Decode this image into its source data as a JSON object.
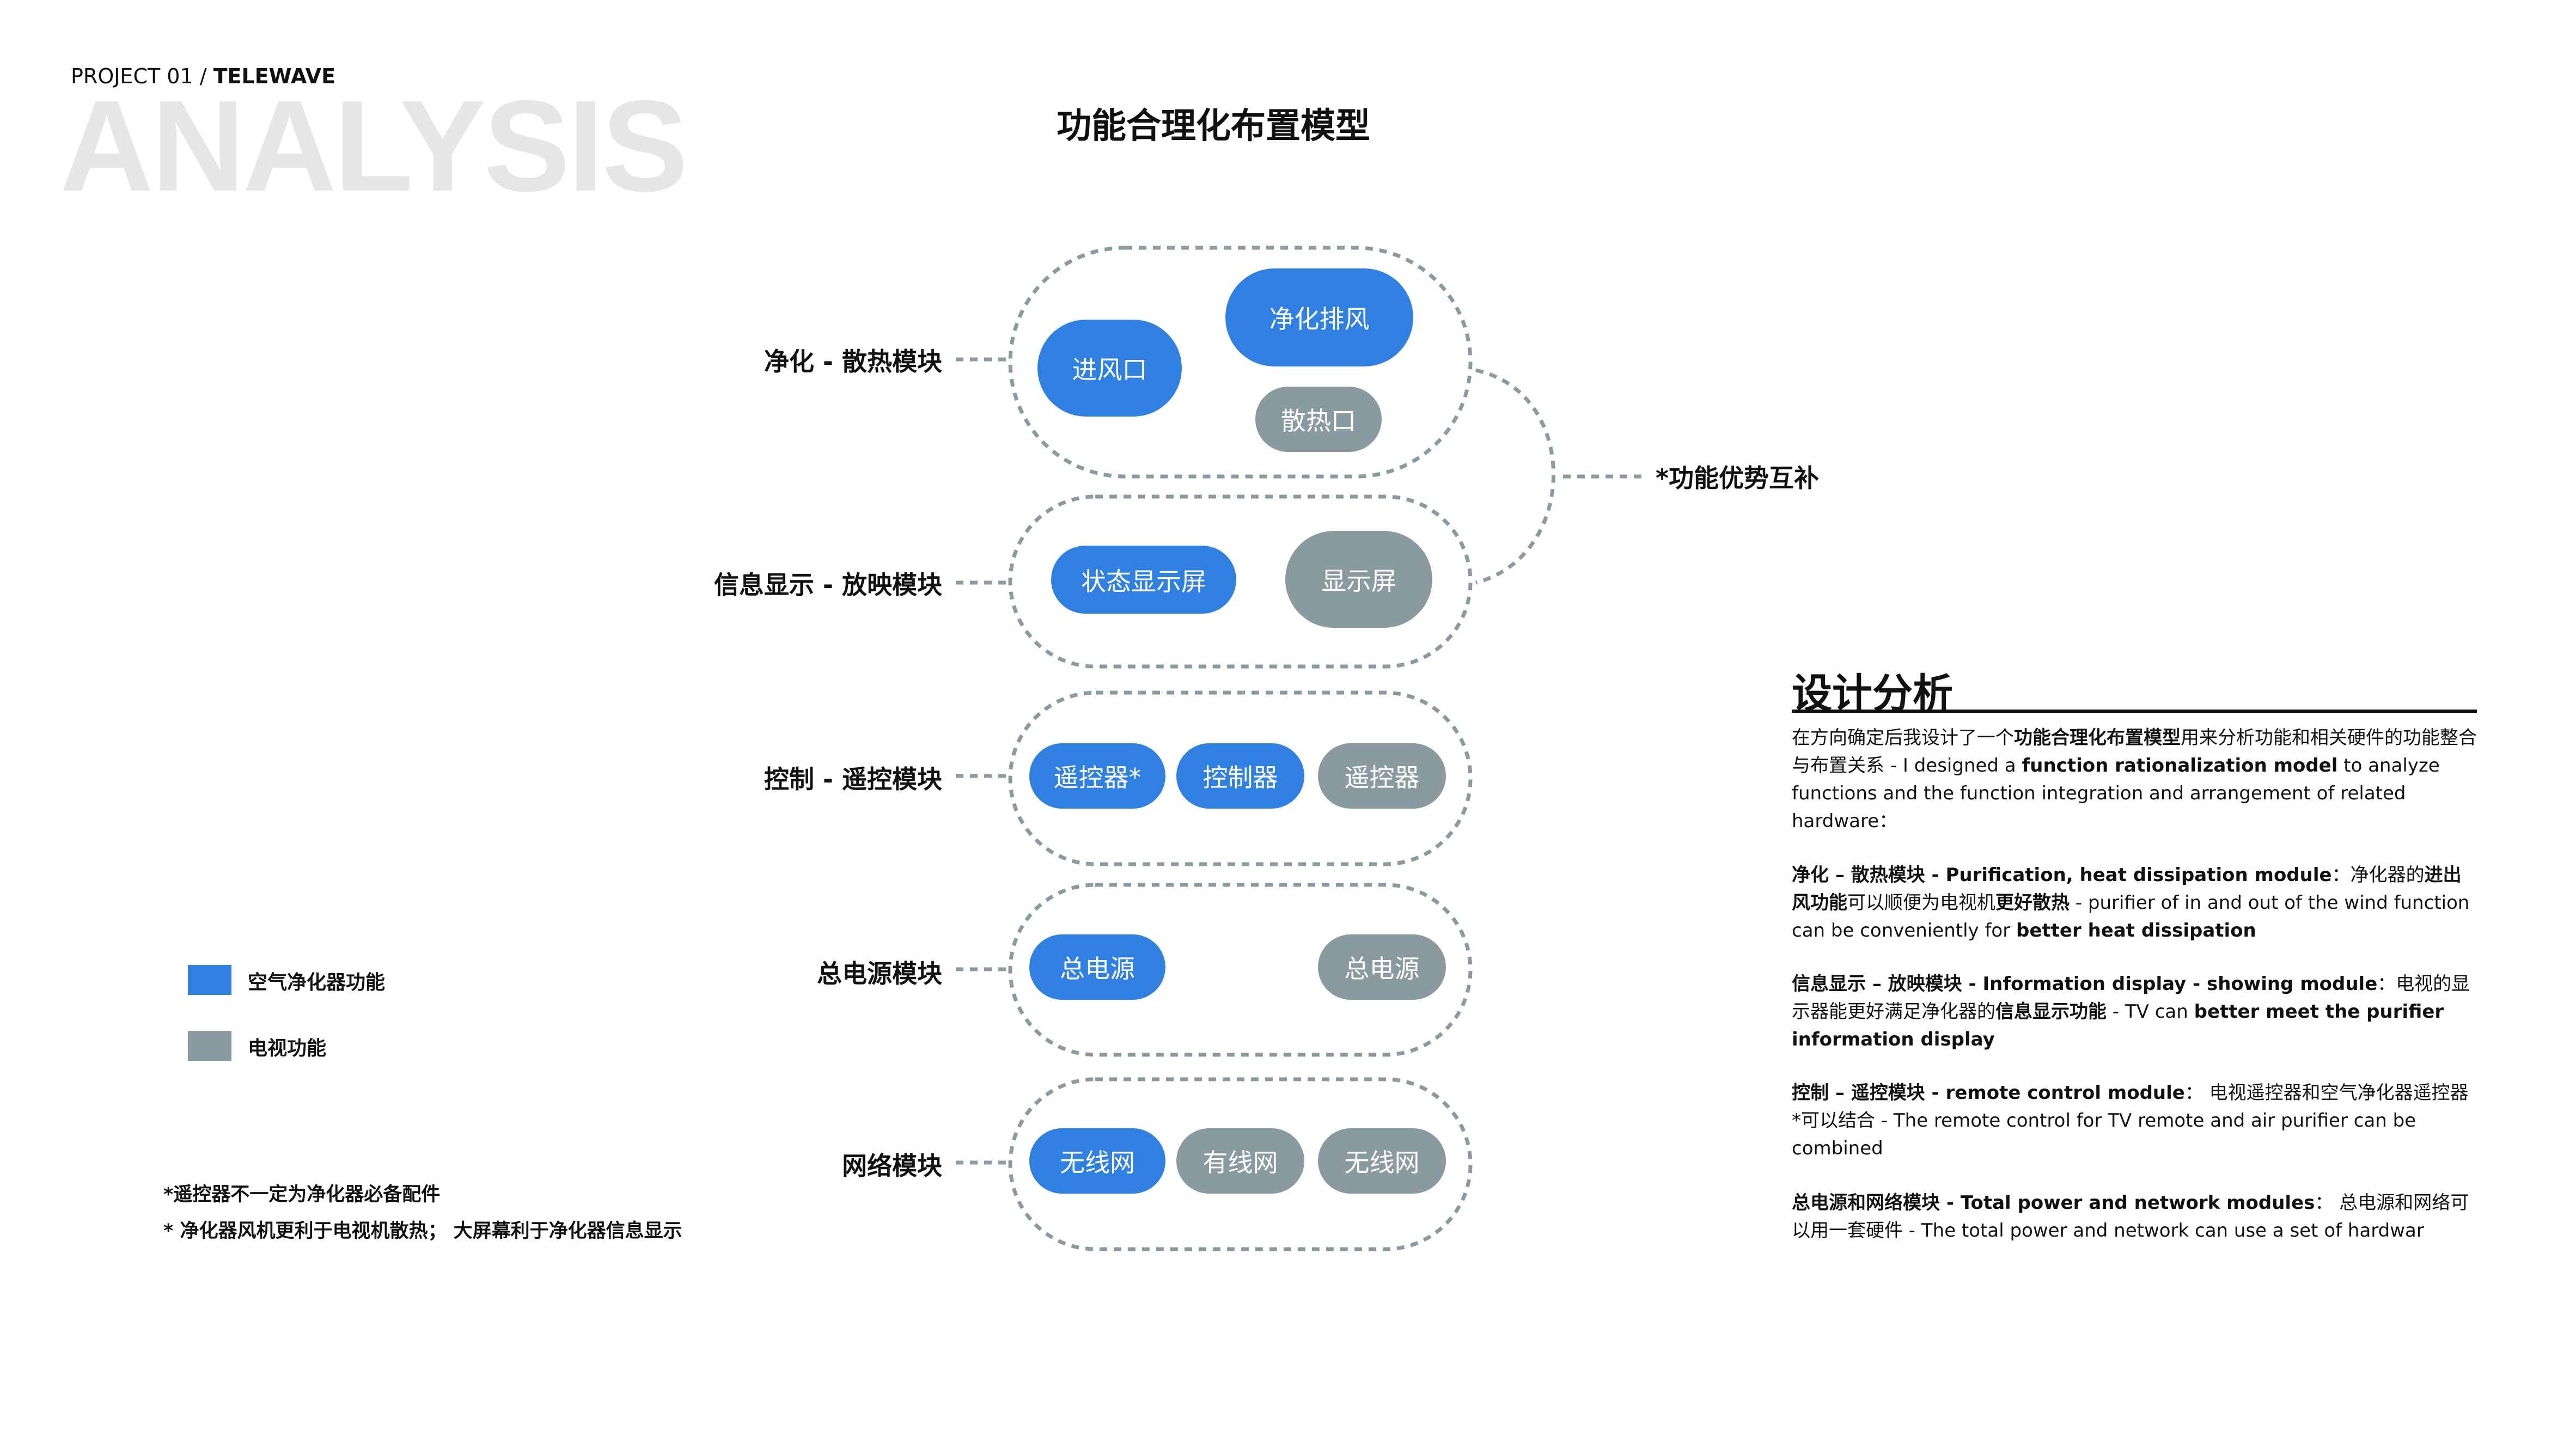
{
  "header": {
    "project_prefix": "PROJECT 01 / ",
    "project_name": "TELEWAVE",
    "big_word": "ANALYSIS"
  },
  "diagram": {
    "title": "功能合理化布置模型",
    "modules": [
      {
        "label": "净化 - 散热模块",
        "pills": [
          {
            "text": "进风口",
            "color": "blue"
          },
          {
            "text": "净化排风",
            "color": "blue"
          },
          {
            "text": "散热口",
            "color": "gray"
          }
        ]
      },
      {
        "label": "信息显示 - 放映模块",
        "pills": [
          {
            "text": "状态显示屏",
            "color": "blue"
          },
          {
            "text": "显示屏",
            "color": "gray"
          }
        ]
      },
      {
        "label": "控制 - 遥控模块",
        "pills": [
          {
            "text": "遥控器*",
            "color": "blue"
          },
          {
            "text": "控制器",
            "color": "blue"
          },
          {
            "text": "遥控器",
            "color": "gray"
          }
        ]
      },
      {
        "label": "总电源模块",
        "pills": [
          {
            "text": "总电源",
            "color": "blue"
          },
          {
            "text": "总电源",
            "color": "gray"
          }
        ]
      },
      {
        "label": "网络模块",
        "pills": [
          {
            "text": "无线网",
            "color": "blue"
          },
          {
            "text": "有线网",
            "color": "gray"
          },
          {
            "text": "无线网",
            "color": "gray"
          }
        ]
      }
    ],
    "annotation": "*功能优势互补"
  },
  "legend": [
    {
      "label": "空气净化器功能",
      "color": "#2f80e0"
    },
    {
      "label": "电视功能",
      "color": "#8a9aa1"
    }
  ],
  "notes": [
    "*遥控器不一定为净化器必备配件",
    "* 净化器风机更利于电视机散热； 大屏幕利于净化器信息显示"
  ],
  "analysis": {
    "heading": "设计分析",
    "p1": {
      "a": "在方向确定后我设计了一个",
      "b": "功能合理化布置模型",
      "c": "用来分析功能和相关硬件的功能整合与布置关系 - I designed a ",
      "d": "function rationalization model",
      "e": " to analyze functions and the function integration and arrangement of related hardware："
    },
    "p2": {
      "a": "净化 – 散热模块 - Purification, heat dissipation module",
      "b": "：净化器的",
      "c": "进出风功能",
      "d": "可以顺便为电视机",
      "e": "更好散热",
      "f": " - purifier of in and out of the wind function can be conveniently for ",
      "g": "better heat dissipation"
    },
    "p3": {
      "a": "信息显示 – 放映模块 - Information display - showing module",
      "b": "：电视的显示器能更好满足净化器的",
      "c": "信息显示功能",
      "d": " - TV can ",
      "e": "better meet the purifier information display"
    },
    "p4": {
      "a": "控制 – 遥控模块 - remote control module",
      "b": "： 电视遥控器和空气净化器遥控器*可以结合 - The remote control for TV remote and air purifier can be combined"
    },
    "p5": {
      "a": "总电源和网络模块 - Total power and network modules",
      "b": "： 总电源和网络可以用一套硬件 - The total power and network can use a set of hardwar"
    }
  }
}
